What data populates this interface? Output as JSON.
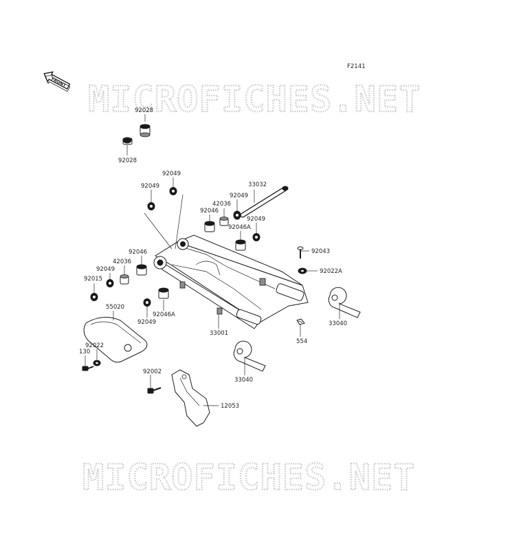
{
  "figure_code": "F2141",
  "front_label": "FRONT",
  "watermark": "MICROFICHES.NET",
  "labels": {
    "p92028a": "92028",
    "p92028b": "92028",
    "p92049a": "92049",
    "p92049b": "92049",
    "p33032": "33032",
    "p92049c": "92049",
    "p42036a": "42036",
    "p92046a": "92046",
    "p92049d": "92049",
    "p92046Aa": "92046A",
    "p92046b": "92046",
    "p42036b": "42036",
    "p92049e": "92049",
    "p92015": "92015",
    "p92043": "92043",
    "p92022A": "92022A",
    "p55020": "55020",
    "p92046Ab": "92046A",
    "p92049f": "92049",
    "p33001": "33001",
    "p554": "554",
    "p33040a": "33040",
    "p92022": "92022",
    "p130": "130",
    "p33040b": "33040",
    "p92002": "92002",
    "p12053": "12053"
  }
}
